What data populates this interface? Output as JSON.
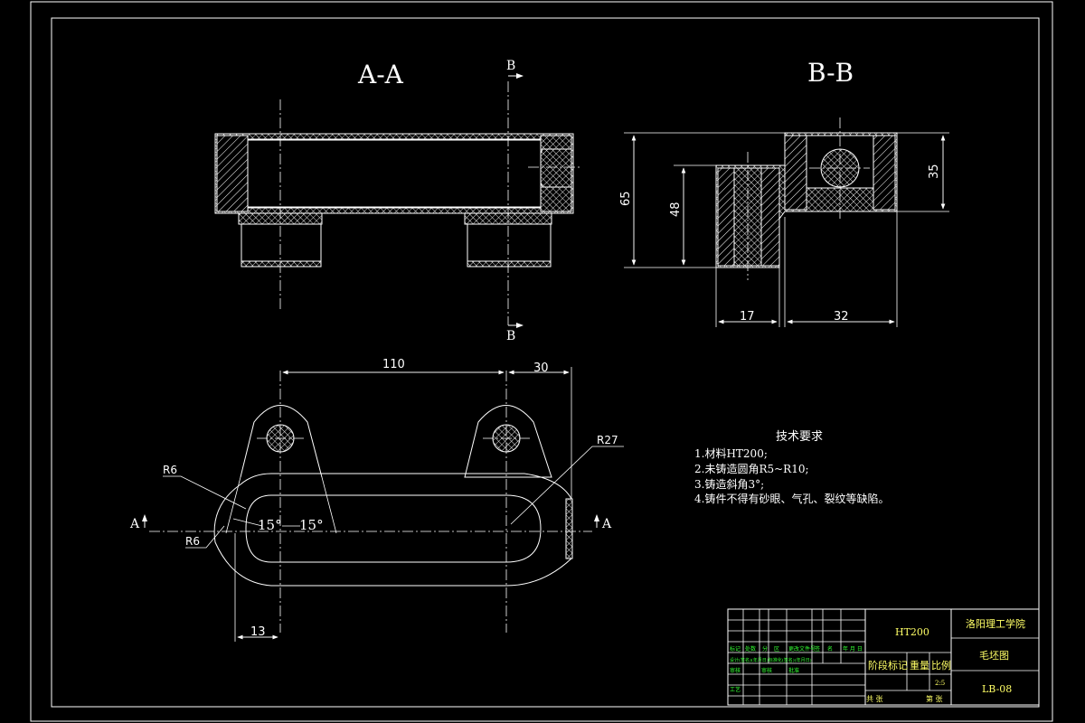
{
  "views": {
    "section_aa_label": "A-A",
    "section_bb_label": "B-B",
    "cut_b_top": "B",
    "cut_b_bottom": "B",
    "cut_a_left": "A",
    "cut_a_right": "A"
  },
  "dimensions": {
    "d110": "110",
    "d30": "30",
    "d13": "13",
    "d65": "65",
    "d48": "48",
    "d35": "35",
    "d17": "17",
    "d32": "32",
    "r6_upper": "R6",
    "r6_lower": "R6",
    "r27": "R27",
    "angle_left": "15°",
    "angle_right": "15°"
  },
  "tech_requirements": {
    "title": "技术要求",
    "items": [
      "1.材料HT200;",
      "2.未铸造圆角R5~R10;",
      "3.铸造斜角3°;",
      "4.铸件不得有砂眼、气孔、裂纹等缺陷。"
    ]
  },
  "title_block": {
    "material": "HT200",
    "school": "洛阳理工学院",
    "drawing_name": "毛坯图",
    "drawing_no": "LB-08",
    "stage_mark": "阶段标记",
    "weight": "重量",
    "scale_label": "比例",
    "scale_value": "2:5",
    "sheets_total": "共 张",
    "sheet_no": "第 张",
    "row_header": [
      "标记",
      "处数",
      "分",
      "区",
      "更改文件号",
      "签",
      "名",
      "年 月 日"
    ],
    "design_row": "设计(签名)(年月日)标准化(签名)(年月日)",
    "review": "审核",
    "process": "工艺",
    "approve": "批准",
    "check": "审核"
  }
}
